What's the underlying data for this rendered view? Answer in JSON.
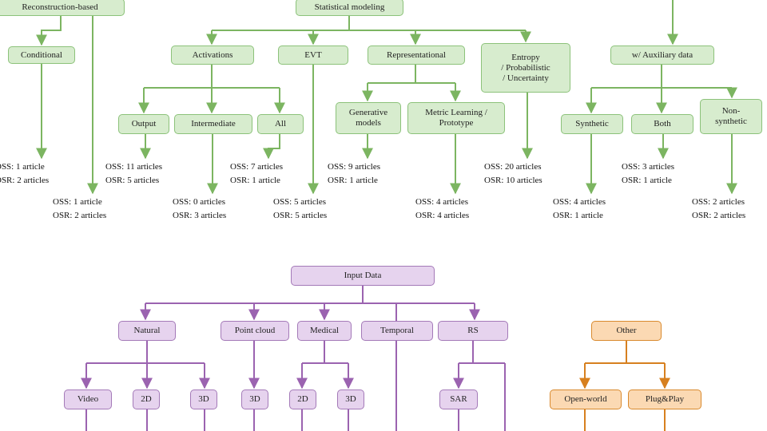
{
  "colors": {
    "green": "#7cb561",
    "purple": "#9b63b0",
    "orange": "#d7801f"
  },
  "nodes": {
    "reconstruction": "Reconstruction-based",
    "conditional": "Conditional",
    "statistical": "Statistical modeling",
    "activations": "Activations",
    "evt": "EVT",
    "representational": "Representational",
    "entropy": "Entropy\n/ Probabilistic\n/ Uncertainty",
    "auxiliary": "w/ Auxiliary data",
    "output": "Output",
    "intermediate": "Intermediate",
    "all": "All",
    "generative": "Generative\nmodels",
    "metric": "Metric Learning /\nPrototype",
    "synthetic": "Synthetic",
    "both": "Both",
    "nonsynthetic": "Non-\nsynthetic",
    "input_data": "Input Data",
    "natural": "Natural",
    "point_cloud": "Point cloud",
    "medical": "Medical",
    "temporal": "Temporal",
    "rs": "RS",
    "other": "Other",
    "video": "Video",
    "nat_2d": "2D",
    "nat_3d": "3D",
    "pc_3d": "3D",
    "med_2d": "2D",
    "med_3d": "3D",
    "sar": "SAR",
    "open_world": "Open-world",
    "plug_play": "Plug&Play"
  },
  "counts": {
    "conditional": {
      "oss": "OSS: 1 article",
      "osr": "OSR: 2 articles"
    },
    "output": {
      "oss": "OSS: 11 articles",
      "osr": "OSR: 5 articles"
    },
    "reconstruction": {
      "oss": "OSS: 1 article",
      "osr": "OSR: 2 articles"
    },
    "intermediate": {
      "oss": "OSS: 0 articles",
      "osr": "OSR: 3 articles"
    },
    "all": {
      "oss": "OSS: 7 articles",
      "osr": "OSR: 1 article"
    },
    "evt": {
      "oss": "OSS: 5 articles",
      "osr": "OSR: 5 articles"
    },
    "generative": {
      "oss": "OSS: 9 articles",
      "osr": "OSR: 1 article"
    },
    "metric": {
      "oss": "OSS: 4 articles",
      "osr": "OSR: 4 articles"
    },
    "entropy": {
      "oss": "OSS: 20 articles",
      "osr": "OSR: 10 articles"
    },
    "synthetic": {
      "oss": "OSS: 4 articles",
      "osr": "OSR: 1 article"
    },
    "both": {
      "oss": "OSS: 3 articles",
      "osr": "OSR: 1 article"
    },
    "nonsynthetic": {
      "oss": "OSS: 2 articles",
      "osr": "OSR: 2 articles"
    }
  }
}
